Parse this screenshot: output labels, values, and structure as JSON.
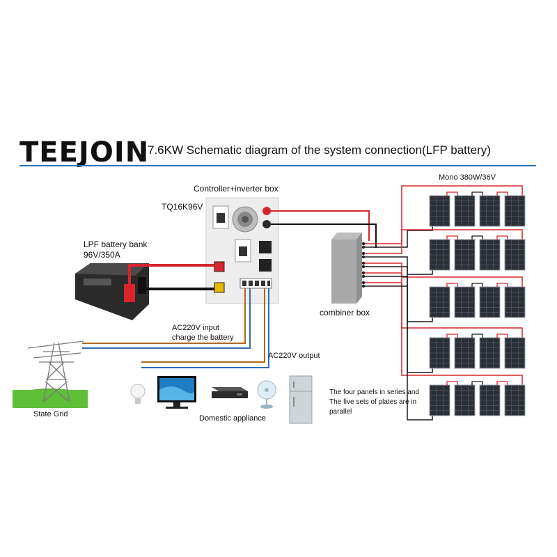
{
  "header": {
    "logo_text": "TEEJOIN",
    "title": "7.6KW Schematic diagram of the system connection(LFP battery)"
  },
  "labels": {
    "controller_box": "Controller+inverter box",
    "model": "TQ16K96V",
    "battery_bank": "LPF battery bank",
    "battery_spec": "96V/350A",
    "combiner_box": "combiner box",
    "panel_spec": "Mono 380W/36V",
    "ac_input_line1": "AC220V input",
    "ac_input_line2": "charge the battery",
    "ac_output": "AC220V output",
    "state_grid": "State Grid",
    "domestic_appliance": "Domestic appliance",
    "note_line1": "The four panels in series and",
    "note_line2": "The five sets of plates are in",
    "note_line3": "parallel"
  },
  "colors": {
    "positive_wire": "#d7262b",
    "negative_wire": "#1a1a1a",
    "ac_brown": "#b5651d",
    "ac_blue": "#2e6db4",
    "accent_line": "#2a74b8",
    "panel": "#2b2f36"
  },
  "panel_array": {
    "rows": 5,
    "panels_per_row": 4
  }
}
